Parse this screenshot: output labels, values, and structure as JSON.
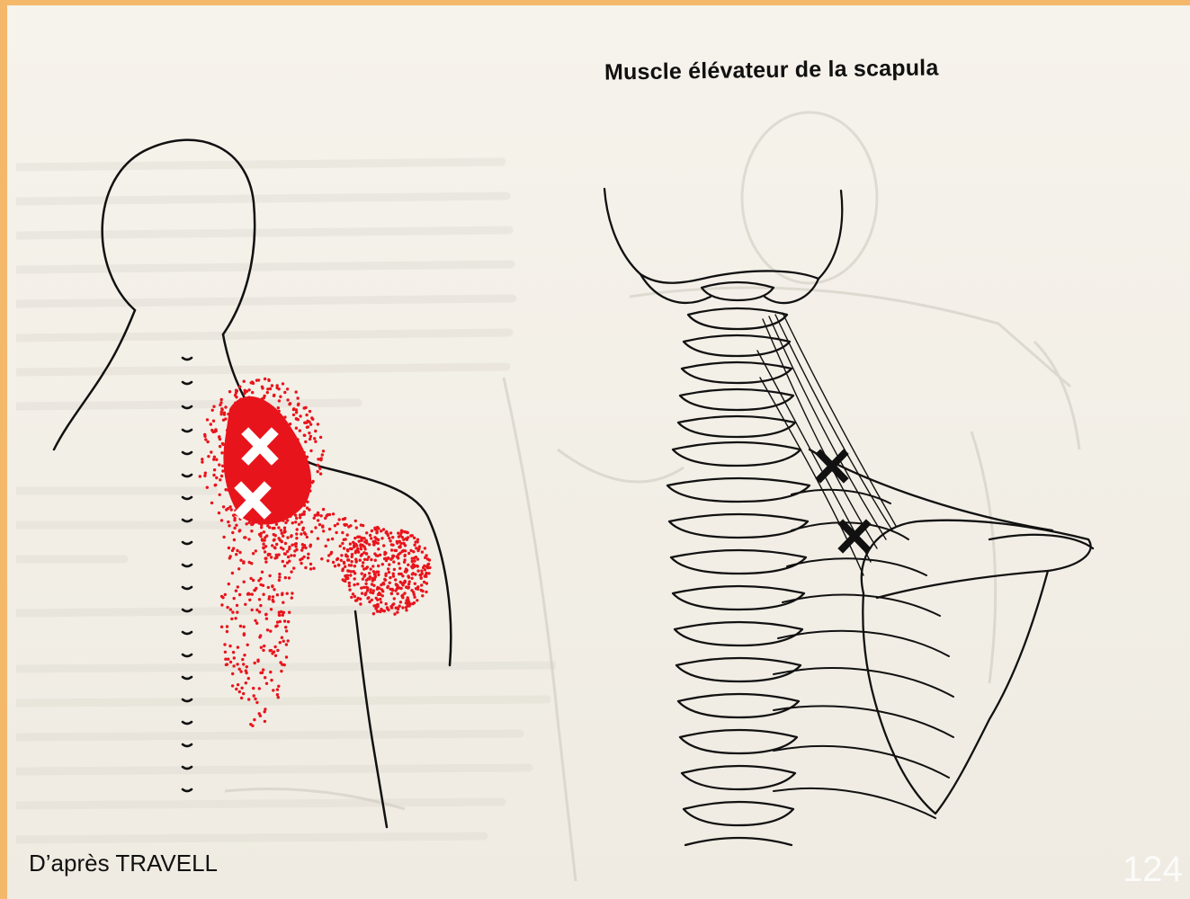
{
  "slide": {
    "title": "Muscle élévateur de la scapula",
    "credit": "D’après TRAVELL",
    "page_number": "124",
    "colors": {
      "frame": "#f4b86a",
      "pain_zone": "#e8141c",
      "trigger_cross_back": "#ffffff",
      "trigger_cross_anatomy": "#111111",
      "line_art": "#111111"
    }
  },
  "figure_left": {
    "subject": "back-view-silhouette",
    "trigger_points": 2,
    "icons": [
      "pain-referral-pattern",
      "trigger-point-cross-icon"
    ]
  },
  "figure_right": {
    "subject": "levator-scapulae-anatomy",
    "trigger_points": 2,
    "icons": [
      "skull-icon",
      "cervical-spine",
      "scapula",
      "trigger-point-cross-icon"
    ]
  }
}
